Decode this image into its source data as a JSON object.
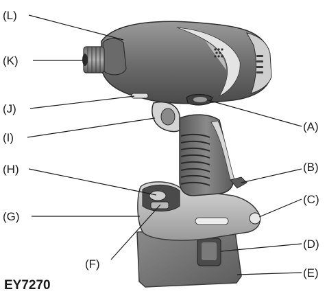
{
  "model_label": "EY7270",
  "callouts": {
    "L": "(L)",
    "K": "(K)",
    "J": "(J)",
    "I": "(I)",
    "H": "(H)",
    "G": "(G)",
    "F": "(F)",
    "A": "(A)",
    "B": "(B)",
    "C": "(C)",
    "D": "(D)",
    "E": "(E)"
  }
}
